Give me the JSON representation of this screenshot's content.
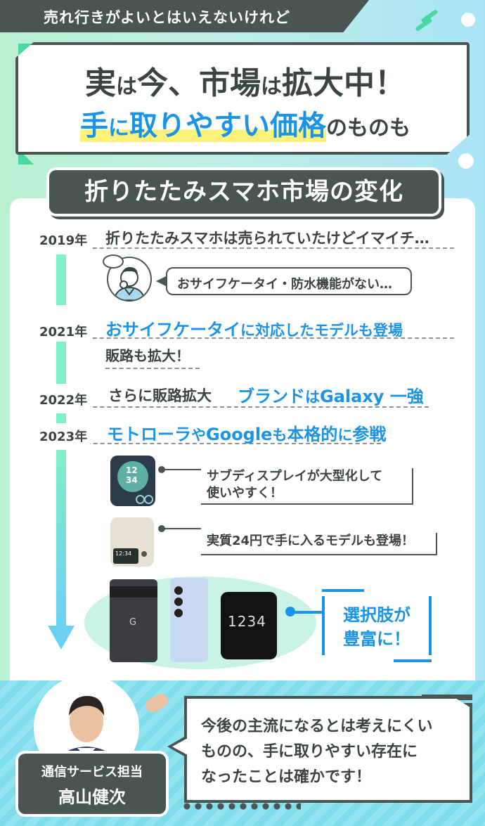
{
  "header": {
    "tab_text": "売れ行きがよいとはいえないけれど",
    "headline_line1_a": "実",
    "headline_line1_b": "は",
    "headline_line1_c": "今、市場",
    "headline_line1_d": "は",
    "headline_line1_e": "拡大中！",
    "headline_line2_highlight_a": "手",
    "headline_line2_highlight_b": "に",
    "headline_line2_highlight_c": "取りやすい価格",
    "headline_line2_rest": "のものも"
  },
  "section": {
    "title": "折りたたみスマホ市場の変化"
  },
  "timeline": {
    "y2019": {
      "year": "2019年",
      "text": "折りたたみスマホは売られていたけどイマイチ…",
      "bubble": "おサイフケータイ・防水機能がない…"
    },
    "y2021": {
      "year": "2021年",
      "highlight": "おサイフケータイ",
      "text": "に対応したモデルも登場",
      "sub": "販路も拡大！"
    },
    "y2022": {
      "year": "2022年",
      "text": "さらに販路拡大",
      "brand_a": "ブランド",
      "brand_b": "は",
      "brand_c": "Galaxy 一強"
    },
    "y2023": {
      "year": "2023年",
      "highlight_a": "モトローラ",
      "highlight_b": "や",
      "highlight_c": "Google",
      "highlight_d": "も",
      "highlight_e": "本格的",
      "highlight_f": "に",
      "highlight_g": "参戦",
      "callout1_line1": "サブディスプレイが大型化して",
      "callout1_line2": "使いやすく！",
      "callout2": "実質24円で手に入るモデルも登場！",
      "choice_line1": "選択肢が",
      "choice_line2": "豊富に！",
      "phone1_clock_a": "12",
      "phone1_clock_b": "34",
      "phone2_clock": "12:34",
      "phone5_clock": "1234"
    }
  },
  "comment": {
    "role": "通信サービス担当",
    "name": "高山健次",
    "line1": "今後の主流になるとは考えにくい",
    "line2": "ものの、手に取りやすい存在に",
    "line3": "なったことは確かです！"
  },
  "colors": {
    "accent_blue": "#1b93e6",
    "dark": "#4a5553",
    "mint": "#7ff0c8",
    "highlight_yellow": "#fff27a"
  }
}
